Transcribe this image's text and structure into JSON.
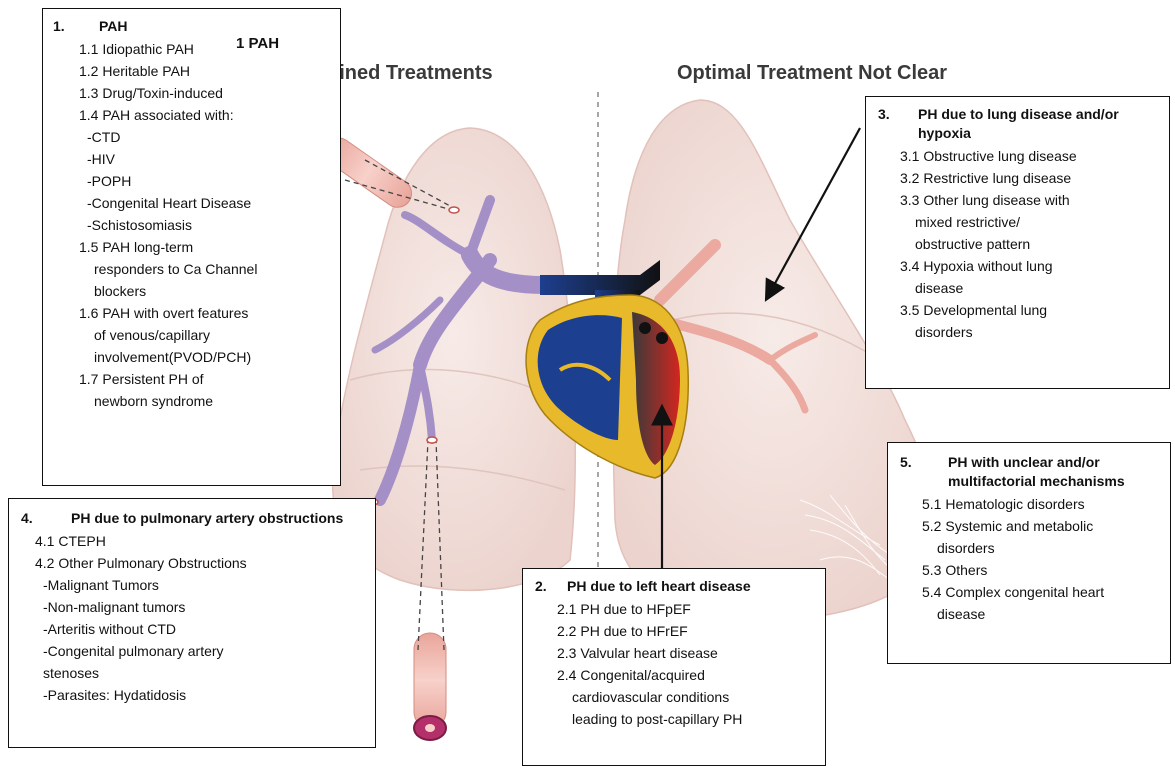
{
  "headers": {
    "left": "Defined Treatments",
    "right": "Optimal Treatment Not Clear",
    "pah_label": "1 PAH"
  },
  "groups": {
    "g1": {
      "number": "1.",
      "title": "PAH",
      "items": [
        {
          "text": "1.1 Idiopathic PAH",
          "kind": "item"
        },
        {
          "text": "1.2 Heritable PAH",
          "kind": "item"
        },
        {
          "text": "1.3 Drug/Toxin-induced",
          "kind": "item"
        },
        {
          "text": "1.4 PAH associated with:",
          "kind": "item"
        },
        {
          "text": "-CTD",
          "kind": "sub"
        },
        {
          "text": "-HIV",
          "kind": "sub"
        },
        {
          "text": "-POPH",
          "kind": "sub"
        },
        {
          "text": "-Congenital Heart Disease",
          "kind": "sub"
        },
        {
          "text": "-Schistosomiasis",
          "kind": "sub"
        },
        {
          "text": "1.5 PAH long-term",
          "kind": "item"
        },
        {
          "text": "responders to Ca Channel",
          "kind": "cont"
        },
        {
          "text": "blockers",
          "kind": "cont"
        },
        {
          "text": "1.6 PAH with overt features",
          "kind": "item"
        },
        {
          "text": "of venous/capillary",
          "kind": "cont"
        },
        {
          "text": "involvement(PVOD/PCH)",
          "kind": "cont"
        },
        {
          "text": "1.7 Persistent PH of",
          "kind": "item"
        },
        {
          "text": "newborn syndrome",
          "kind": "cont"
        }
      ]
    },
    "g2": {
      "number": "2.",
      "title": "PH due to left heart disease",
      "items": [
        {
          "text": "2.1 PH due to HFpEF",
          "kind": "item"
        },
        {
          "text": "2.2 PH due to HFrEF",
          "kind": "item"
        },
        {
          "text": "2.3 Valvular heart disease",
          "kind": "item"
        },
        {
          "text": "2.4 Congenital/acquired",
          "kind": "item"
        },
        {
          "text": "cardiovascular conditions",
          "kind": "cont"
        },
        {
          "text": "leading to post-capillary PH",
          "kind": "cont"
        }
      ]
    },
    "g3": {
      "number": "3.",
      "title": "PH due to lung disease and/or hypoxia",
      "items": [
        {
          "text": "3.1 Obstructive lung disease",
          "kind": "item"
        },
        {
          "text": "3.2 Restrictive lung disease",
          "kind": "item"
        },
        {
          "text": "3.3 Other lung disease with",
          "kind": "item"
        },
        {
          "text": "mixed restrictive/",
          "kind": "cont"
        },
        {
          "text": "obstructive pattern",
          "kind": "cont"
        },
        {
          "text": "3.4 Hypoxia without lung",
          "kind": "item"
        },
        {
          "text": "disease",
          "kind": "cont"
        },
        {
          "text": "3.5 Developmental lung",
          "kind": "item"
        },
        {
          "text": "disorders",
          "kind": "cont"
        }
      ]
    },
    "g4": {
      "number": "4.",
      "title": "PH due to pulmonary artery obstructions",
      "items": [
        {
          "text": "4.1 CTEPH",
          "kind": "item"
        },
        {
          "text": "4.2 Other Pulmonary Obstructions",
          "kind": "item"
        },
        {
          "text": "-Malignant Tumors",
          "kind": "sub"
        },
        {
          "text": "-Non-malignant tumors",
          "kind": "sub"
        },
        {
          "text": "-Arteritis without CTD",
          "kind": "sub"
        },
        {
          "text": "-Congenital pulmonary artery",
          "kind": "sub"
        },
        {
          "text": "stenoses",
          "kind": "sub"
        },
        {
          "text": "-Parasites: Hydatidosis",
          "kind": "sub"
        }
      ]
    },
    "g5": {
      "number": "5.",
      "title": "PH with unclear and/or multifactorial mechanisms",
      "items": [
        {
          "text": "5.1 Hematologic disorders",
          "kind": "item"
        },
        {
          "text": "5.2 Systemic and metabolic",
          "kind": "item"
        },
        {
          "text": "disorders",
          "kind": "cont"
        },
        {
          "text": "5.3 Others",
          "kind": "item"
        },
        {
          "text": "5.4 Complex congenital heart",
          "kind": "item"
        },
        {
          "text": "disease",
          "kind": "cont"
        }
      ]
    }
  },
  "colors": {
    "lung": "#f4e3df",
    "lung_shade": "#e6cbc5",
    "artery": "#a48fc7",
    "deoxygenated": "#1d3f8f",
    "oxygenated": "#d3261f",
    "heart_wall": "#e8b92a",
    "vessel": "#eba9a0"
  }
}
